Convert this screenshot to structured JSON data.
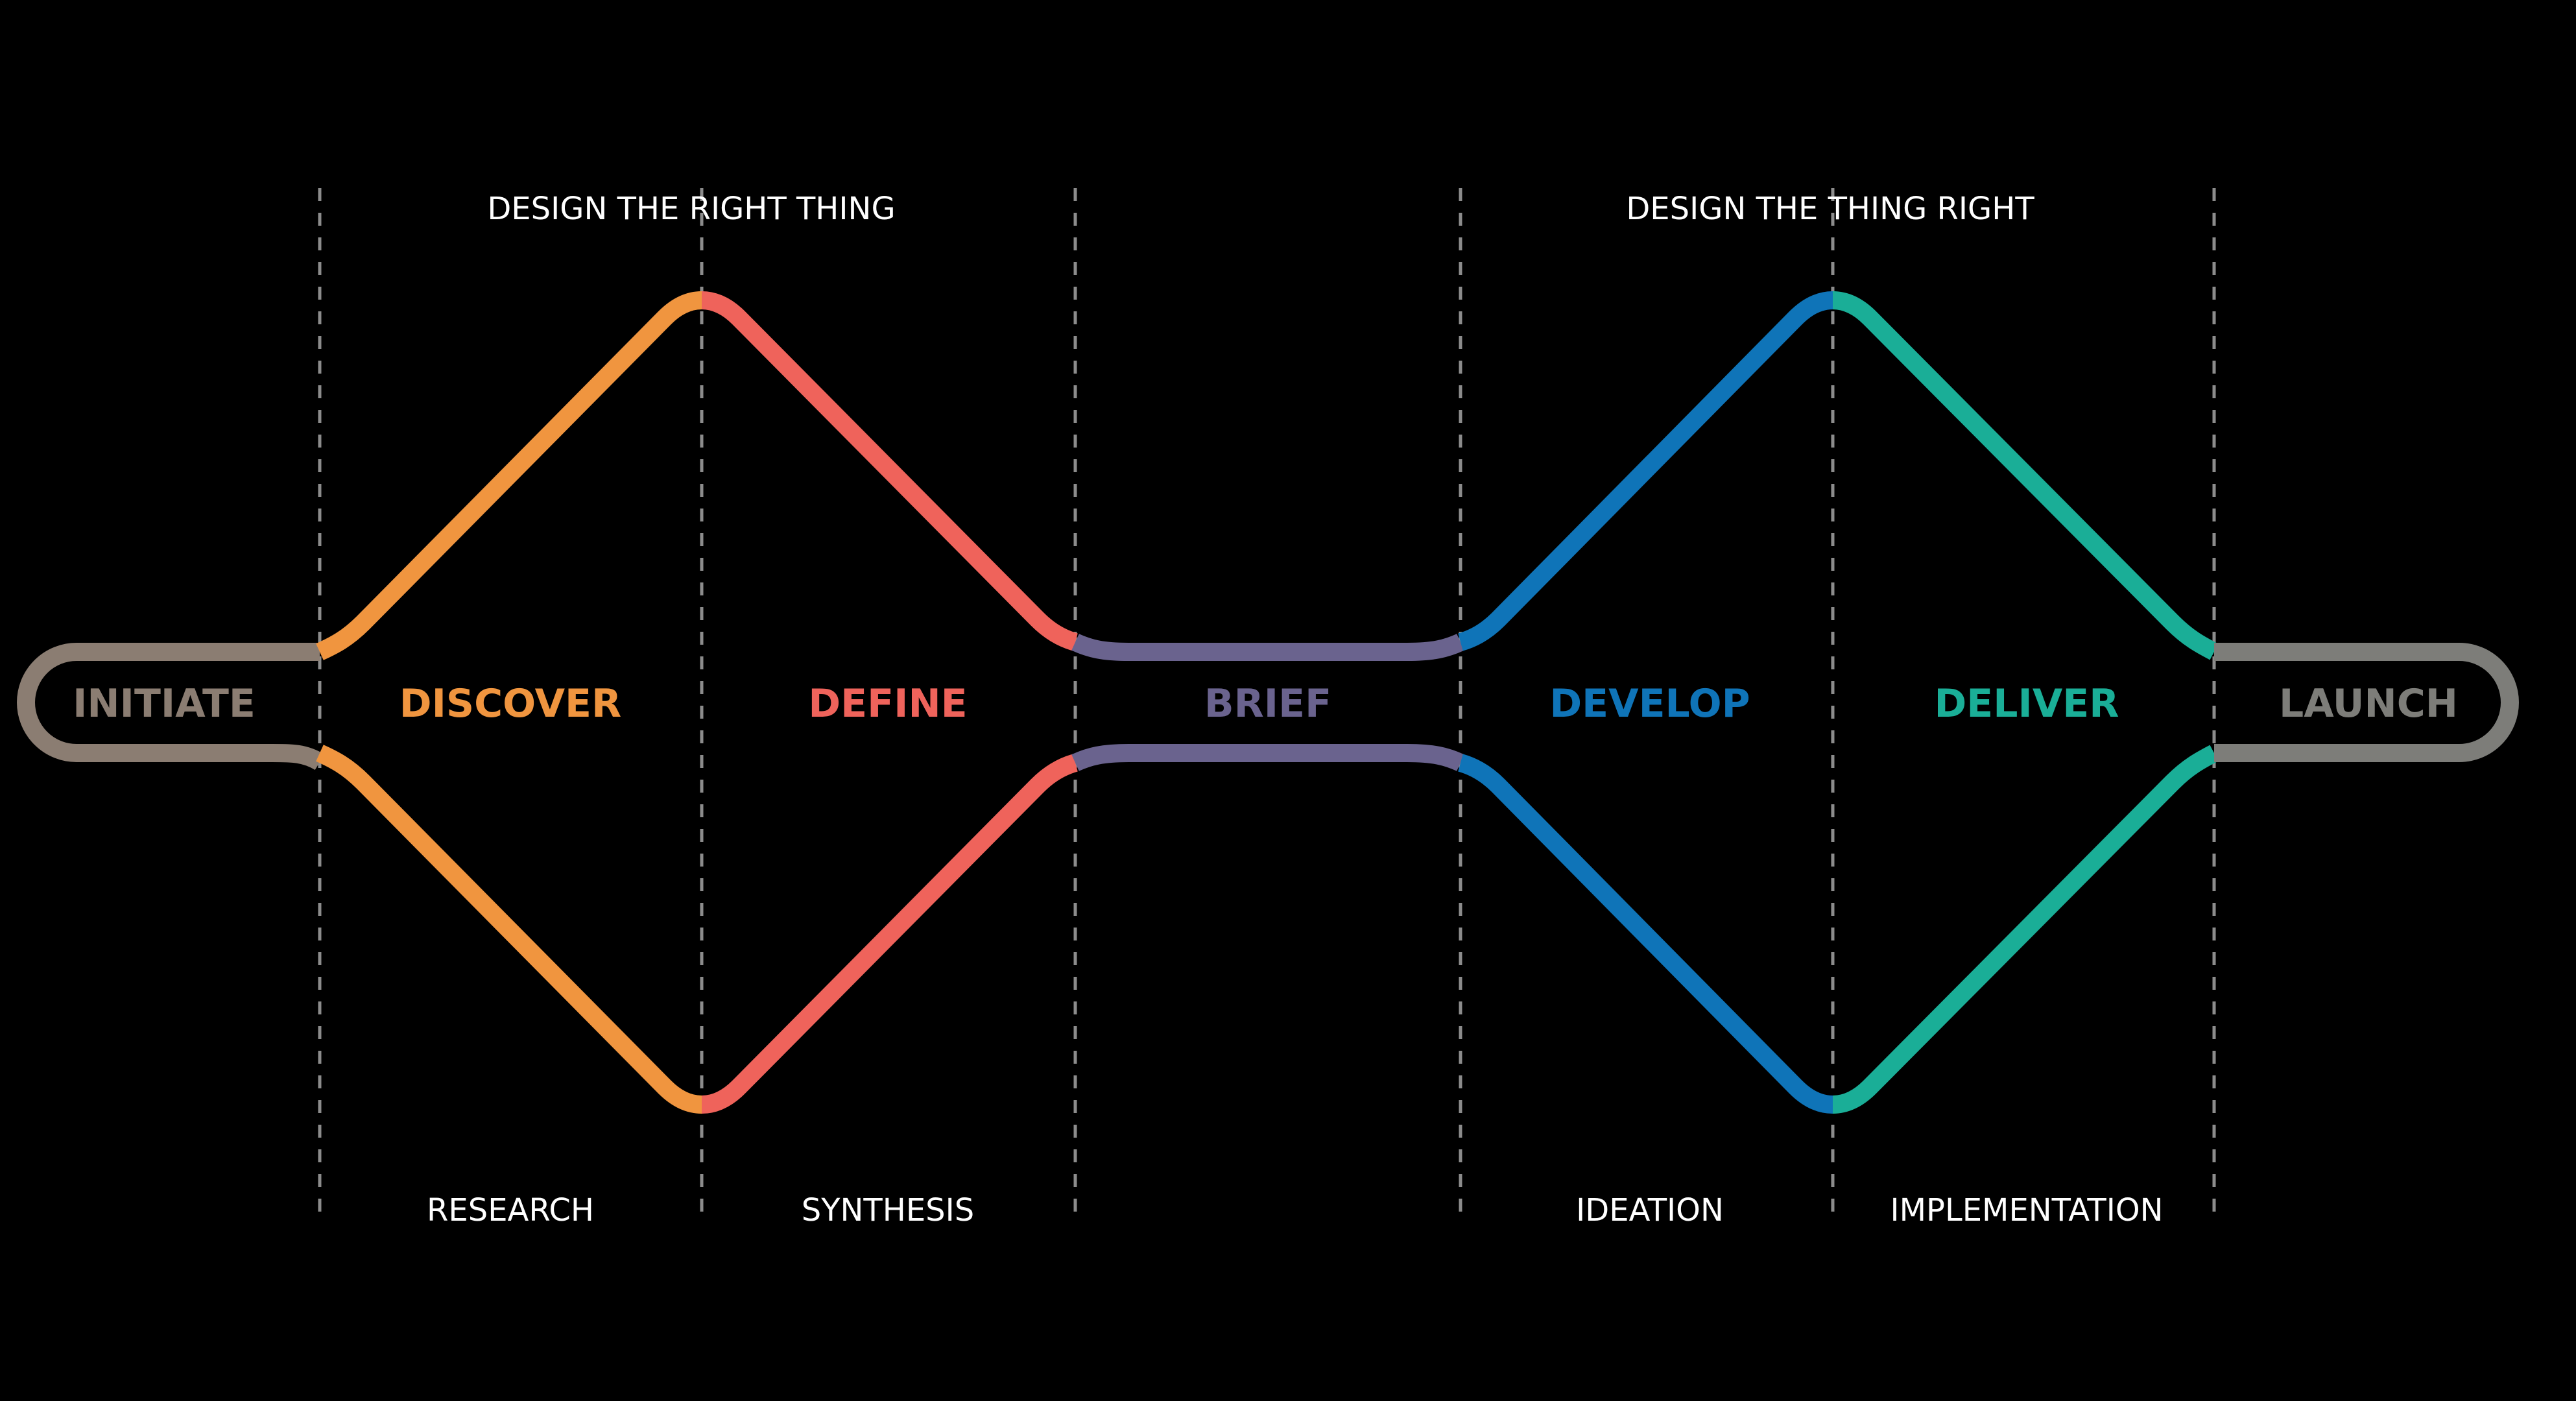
{
  "diagram": {
    "top_bands": [
      {
        "label": "DESIGN THE RIGHT THING"
      },
      {
        "label": "DESIGN THE THING RIGHT"
      }
    ],
    "bottom_bands": [
      {
        "label": "RESEARCH"
      },
      {
        "label": "SYNTHESIS"
      },
      {
        "label": "IDEATION"
      },
      {
        "label": "IMPLEMENTATION"
      }
    ],
    "phases": [
      {
        "key": "initiate",
        "label": "INITIATE",
        "color": "#8b7d72"
      },
      {
        "key": "discover",
        "label": "DISCOVER",
        "color": "#f0953f"
      },
      {
        "key": "define",
        "label": "DEFINE",
        "color": "#ef635b"
      },
      {
        "key": "brief",
        "label": "BRIEF",
        "color": "#6a638e"
      },
      {
        "key": "develop",
        "label": "DEVELOP",
        "color": "#0f74b8"
      },
      {
        "key": "deliver",
        "label": "DELIVER",
        "color": "#1aae97"
      },
      {
        "key": "launch",
        "label": "LAUNCH",
        "color": "#7d7d79"
      }
    ],
    "guide_color": "#8c8c8c",
    "background": "#000000"
  }
}
